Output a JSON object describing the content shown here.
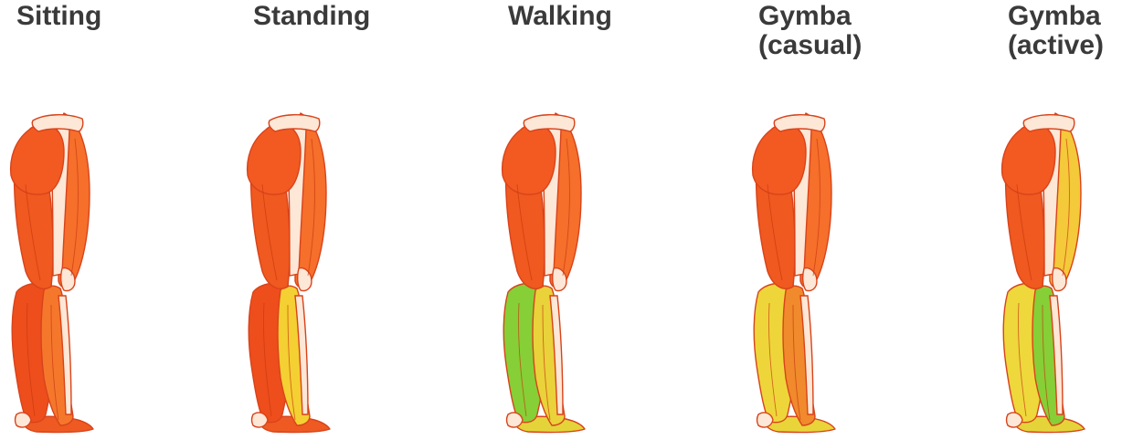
{
  "panels": [
    {
      "label": "Sitting",
      "colors": {
        "hip": "#f25a22",
        "ham": "#f0591f",
        "thigh": "#f66f2b",
        "calf": "#ee4e1c",
        "shin": "#f5772c",
        "foot": "#ef5a22"
      }
    },
    {
      "label": "Standing",
      "colors": {
        "hip": "#f25a22",
        "ham": "#f0591f",
        "thigh": "#f66f2b",
        "calf": "#ee4e1c",
        "shin": "#f4d033",
        "foot": "#ef5a22"
      }
    },
    {
      "label": "Walking",
      "colors": {
        "hip": "#f25a22",
        "ham": "#f0591f",
        "thigh": "#f66f2b",
        "calf": "#86cf36",
        "shin": "#e9d23a",
        "foot": "#e4d43a"
      }
    },
    {
      "label": "Gymba\n(casual)",
      "colors": {
        "hip": "#f25a22",
        "ham": "#f0591f",
        "thigh": "#f66f2b",
        "calf": "#eed63a",
        "shin": "#f08a2c",
        "foot": "#e9d43a"
      }
    },
    {
      "label": "Gymba\n(active)",
      "colors": {
        "hip": "#f25a22",
        "ham": "#f0591f",
        "thigh": "#f4c93a",
        "calf": "#eed83c",
        "shin": "#86cf36",
        "foot": "#e4d43a"
      }
    }
  ]
}
